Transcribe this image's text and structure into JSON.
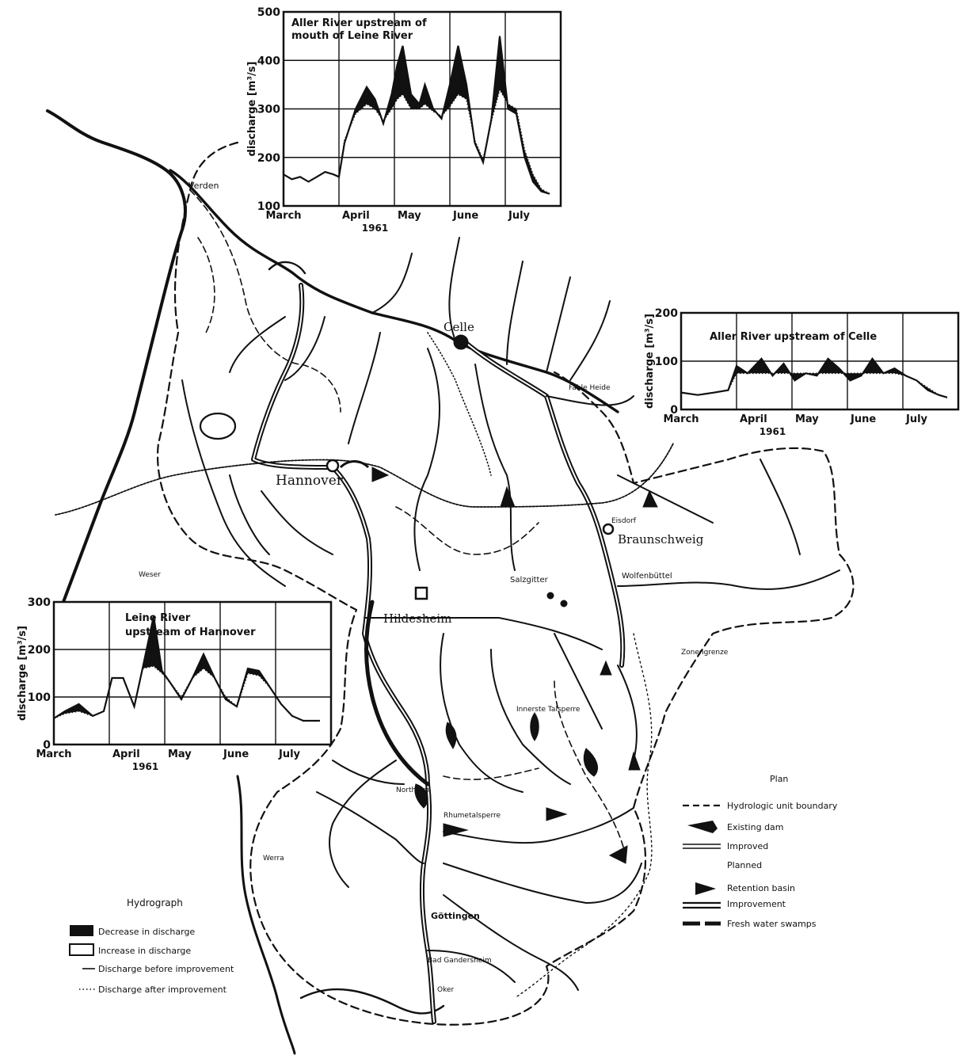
{
  "map": {
    "places": {
      "verden": "Verden",
      "celle": "Celle",
      "hannover": "Hannover",
      "braunschweig": "Braunschweig",
      "wolfenbuttel": "Wolfenbüttel",
      "hildesheim": "Hildesheim",
      "gottingen": "Göttingen",
      "salzgitter": "Salzgitter",
      "fahle_heide": "Fahle Heide",
      "innerste_talsperre": "Innerste Talsperre",
      "rhumetalsperre": "Rhumetalsperre",
      "werra": "Werra",
      "weser": "Weser",
      "zonengrenze": "Zonengrenze",
      "eisdorf": "Eisdorf",
      "northeim": "Northeim",
      "oker": "Oker",
      "bad_gandersheim": "Bad Gandersheim"
    },
    "colors": {
      "ink": "#111111",
      "paper": "#ffffff"
    }
  },
  "hydrograph_legend": {
    "title": "Hydrograph",
    "items": [
      {
        "symbol": "filled-box",
        "label": "Decrease in discharge"
      },
      {
        "symbol": "empty-box",
        "label": "Increase in discharge"
      },
      {
        "symbol": "solid-line",
        "label": "Discharge before improvement"
      },
      {
        "symbol": "dotted-line",
        "label": "Discharge after improvement"
      }
    ]
  },
  "plan_legend": {
    "title": "Plan",
    "items": [
      {
        "symbol": "dashed-line",
        "label": "Hydrologic unit boundary"
      },
      {
        "symbol": "dam-filled",
        "label": "Existing dam"
      },
      {
        "symbol": "double-line",
        "label": "Improved"
      },
      {
        "symbol": "none",
        "label": "Planned"
      },
      {
        "symbol": "retention-triangle",
        "label": "Retention basin"
      },
      {
        "symbol": "double-line",
        "label": "Improvement"
      },
      {
        "symbol": "swamp",
        "label": "Fresh water swamps"
      }
    ]
  },
  "chart_data": [
    {
      "id": "aller-mouth",
      "type": "line",
      "title": "Aller River upstream of mouth of Leine River",
      "ylabel": "discharge [m³/s]",
      "xlabel": "1961",
      "ylim": [
        100,
        500
      ],
      "yticks": [
        100,
        200,
        300,
        400,
        500
      ],
      "months": [
        "March",
        "April",
        "May",
        "June",
        "July"
      ],
      "grid": true,
      "series": [
        {
          "style": "before",
          "x": [
            0,
            0.15,
            0.3,
            0.45,
            0.6,
            0.75,
            0.9,
            1.0,
            1.1,
            1.3,
            1.5,
            1.65,
            1.8,
            1.95,
            2.05,
            2.15,
            2.3,
            2.45,
            2.55,
            2.7,
            2.85,
            3.0,
            3.15,
            3.3,
            3.45,
            3.6,
            3.75,
            3.9,
            4.05,
            4.2,
            4.35,
            4.5,
            4.65,
            4.8
          ],
          "y": [
            165,
            155,
            160,
            150,
            160,
            170,
            165,
            160,
            230,
            300,
            345,
            320,
            270,
            330,
            390,
            430,
            330,
            310,
            350,
            300,
            280,
            350,
            430,
            350,
            230,
            190,
            280,
            450,
            300,
            290,
            200,
            150,
            130,
            125
          ]
        },
        {
          "style": "after",
          "x": [
            0,
            0.15,
            0.3,
            0.45,
            0.6,
            0.75,
            0.9,
            1.0,
            1.1,
            1.3,
            1.5,
            1.65,
            1.8,
            1.95,
            2.05,
            2.15,
            2.3,
            2.45,
            2.55,
            2.7,
            2.85,
            3.0,
            3.15,
            3.3,
            3.45,
            3.6,
            3.75,
            3.9,
            4.05,
            4.2,
            4.35,
            4.5,
            4.65,
            4.8
          ],
          "y": [
            165,
            155,
            160,
            150,
            160,
            170,
            165,
            160,
            235,
            290,
            310,
            300,
            275,
            300,
            320,
            330,
            300,
            300,
            310,
            295,
            285,
            305,
            330,
            320,
            235,
            195,
            275,
            340,
            310,
            300,
            215,
            165,
            135,
            125
          ]
        }
      ]
    },
    {
      "id": "aller-celle",
      "type": "line",
      "title": "Aller River upstream of Celle",
      "ylabel": "discharge [m³/s]",
      "xlabel": "1961",
      "ylim": [
        0,
        200
      ],
      "yticks": [
        0,
        100,
        200
      ],
      "months": [
        "March",
        "April",
        "May",
        "June",
        "July"
      ],
      "grid": true,
      "series": [
        {
          "style": "before",
          "x": [
            0,
            0.3,
            0.6,
            0.85,
            1.0,
            1.2,
            1.45,
            1.65,
            1.85,
            2.05,
            2.25,
            2.45,
            2.65,
            2.85,
            3.05,
            3.25,
            3.45,
            3.65,
            3.85,
            4.05,
            4.25,
            4.45,
            4.65,
            4.8
          ],
          "y": [
            35,
            30,
            35,
            40,
            90,
            75,
            105,
            70,
            95,
            60,
            75,
            70,
            105,
            85,
            60,
            70,
            105,
            75,
            85,
            70,
            60,
            40,
            30,
            25
          ]
        },
        {
          "style": "after",
          "x": [
            0,
            0.3,
            0.6,
            0.85,
            1.0,
            1.2,
            1.45,
            1.65,
            1.85,
            2.05,
            2.25,
            2.45,
            2.65,
            2.85,
            3.05,
            3.25,
            3.45,
            3.65,
            3.85,
            4.05,
            4.25,
            4.45,
            4.65,
            4.8
          ],
          "y": [
            35,
            30,
            35,
            40,
            75,
            75,
            75,
            75,
            75,
            75,
            75,
            75,
            75,
            75,
            75,
            75,
            75,
            75,
            75,
            70,
            60,
            45,
            30,
            25
          ]
        }
      ]
    },
    {
      "id": "leine-hannover",
      "type": "line",
      "title": "Leine River upstream of Hannover",
      "ylabel": "discharge [m³/s]",
      "xlabel": "1961",
      "ylim": [
        0,
        300
      ],
      "yticks": [
        0,
        100,
        200,
        300
      ],
      "months": [
        "March",
        "April",
        "May",
        "June",
        "July"
      ],
      "grid": true,
      "series": [
        {
          "style": "before",
          "x": [
            0,
            0.2,
            0.45,
            0.7,
            0.9,
            1.05,
            1.25,
            1.45,
            1.6,
            1.8,
            1.95,
            2.1,
            2.3,
            2.5,
            2.7,
            2.9,
            3.1,
            3.3,
            3.5,
            3.7,
            3.9,
            4.1,
            4.3,
            4.5,
            4.8
          ],
          "y": [
            55,
            70,
            85,
            60,
            70,
            140,
            140,
            80,
            160,
            270,
            155,
            130,
            95,
            140,
            190,
            140,
            95,
            80,
            160,
            155,
            120,
            85,
            60,
            50,
            50
          ]
        },
        {
          "style": "after",
          "x": [
            0,
            0.2,
            0.45,
            0.7,
            0.9,
            1.05,
            1.25,
            1.45,
            1.6,
            1.8,
            1.95,
            2.1,
            2.3,
            2.5,
            2.7,
            2.9,
            3.1,
            3.3,
            3.5,
            3.7,
            3.9,
            4.1,
            4.3,
            4.5,
            4.8
          ],
          "y": [
            55,
            65,
            70,
            60,
            70,
            140,
            140,
            80,
            160,
            165,
            150,
            130,
            100,
            140,
            160,
            140,
            100,
            80,
            150,
            145,
            120,
            85,
            60,
            50,
            50
          ]
        }
      ]
    }
  ]
}
